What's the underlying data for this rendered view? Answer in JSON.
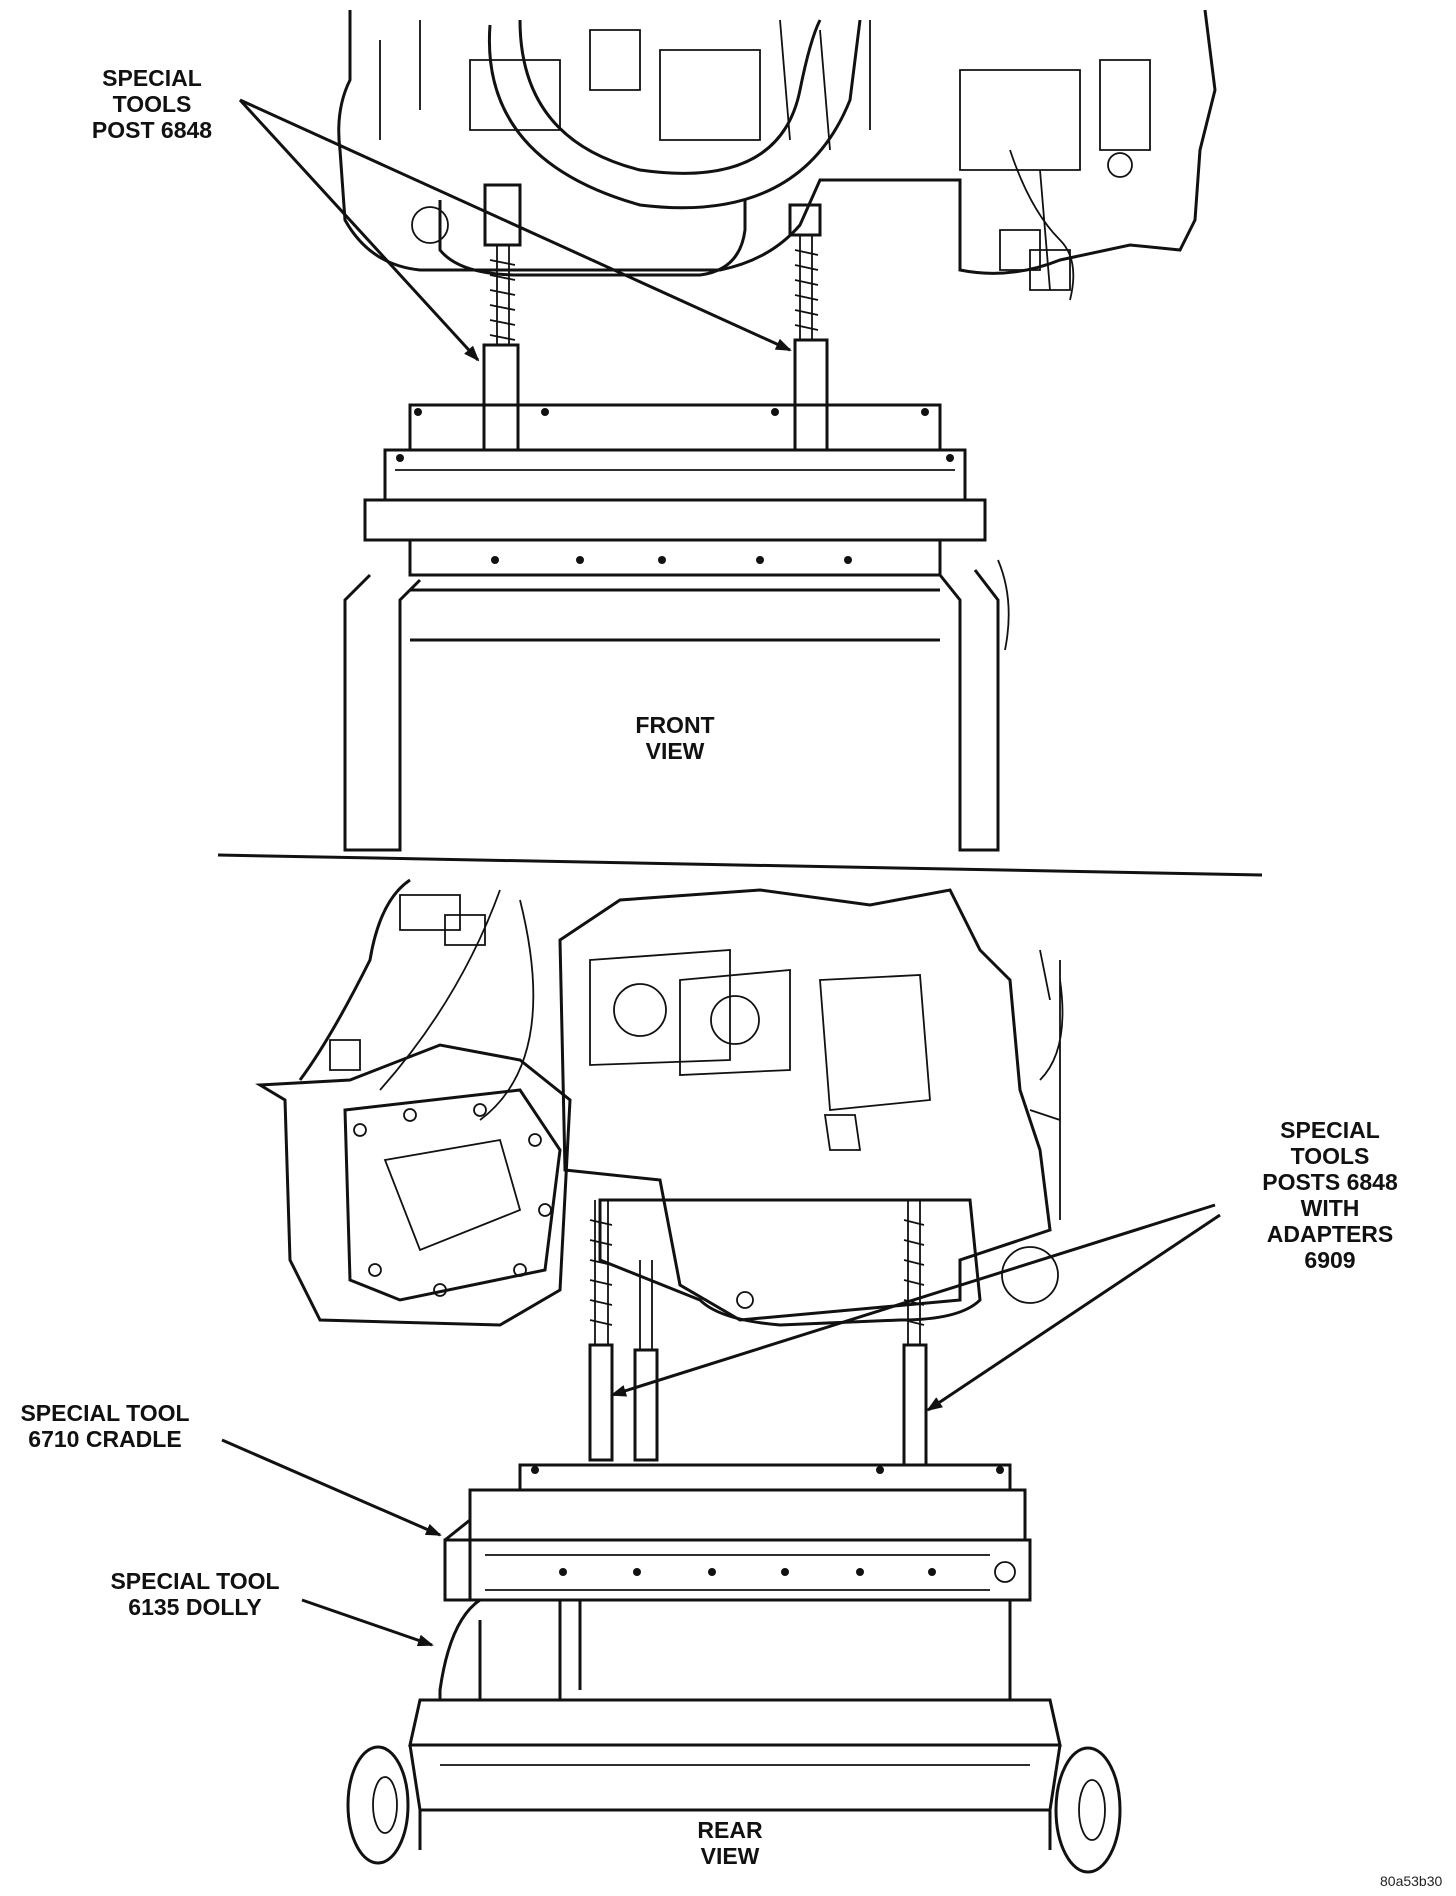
{
  "labels": {
    "posts_front": [
      "SPECIAL",
      "TOOLS",
      "POST 6848"
    ],
    "front_view": [
      "FRONT",
      "VIEW"
    ],
    "posts_rear": [
      "SPECIAL",
      "TOOLS",
      "POSTS 6848",
      "WITH",
      "ADAPTERS",
      "6909"
    ],
    "cradle": [
      "SPECIAL TOOL",
      "6710 CRADLE"
    ],
    "dolly": [
      "SPECIAL TOOL",
      "6135 DOLLY"
    ],
    "rear_view": [
      "REAR",
      "VIEW"
    ]
  },
  "figure_code": "80a53b30"
}
